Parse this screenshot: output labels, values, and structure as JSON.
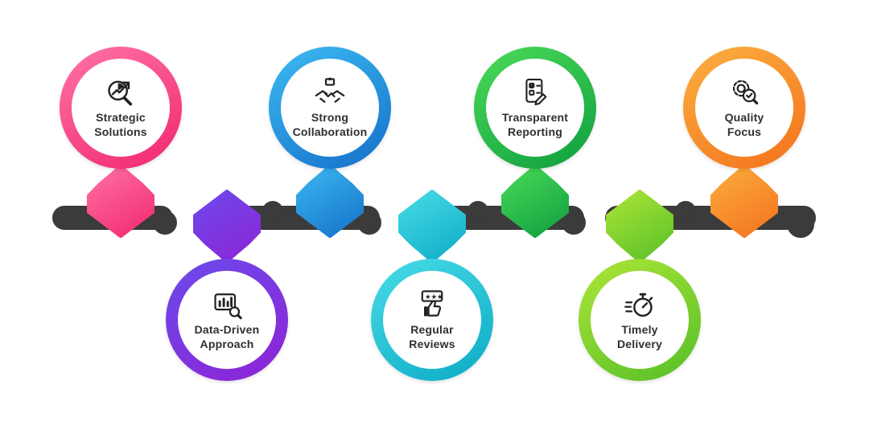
{
  "canvas": {
    "background": "#ffffff"
  },
  "timeline": {
    "bar_color": "#3b3b3b",
    "text_color": "#2f2f2f"
  },
  "items": [
    {
      "label_line1": "Strategic",
      "label_line2": "Solutions",
      "position": "top",
      "icon": "chart-magnifier-icon",
      "color_start": "#ff74a7",
      "color_end": "#f2266e"
    },
    {
      "label_line1": "Data-Driven",
      "label_line2": "Approach",
      "position": "bottom",
      "icon": "data-analytics-icon",
      "color_start": "#6a4bea",
      "color_end": "#8f22d6"
    },
    {
      "label_line1": "Strong",
      "label_line2": "Collaboration",
      "position": "top",
      "icon": "handshake-icon",
      "color_start": "#3dbbf2",
      "color_end": "#146fc9"
    },
    {
      "label_line1": "Regular",
      "label_line2": "Reviews",
      "position": "bottom",
      "icon": "thumbs-up-stars-icon",
      "color_start": "#49dce6",
      "color_end": "#0caac6"
    },
    {
      "label_line1": "Transparent",
      "label_line2": "Reporting",
      "position": "top",
      "icon": "report-checklist-icon",
      "color_start": "#4cdb59",
      "color_end": "#0e9e3e"
    },
    {
      "label_line1": "Timely",
      "label_line2": "Delivery",
      "position": "bottom",
      "icon": "stopwatch-icon",
      "color_start": "#aee637",
      "color_end": "#55be28"
    },
    {
      "label_line1": "Quality",
      "label_line2": "Focus",
      "position": "top",
      "icon": "quality-gear-icon",
      "color_start": "#fbb040",
      "color_end": "#f4711c"
    }
  ]
}
